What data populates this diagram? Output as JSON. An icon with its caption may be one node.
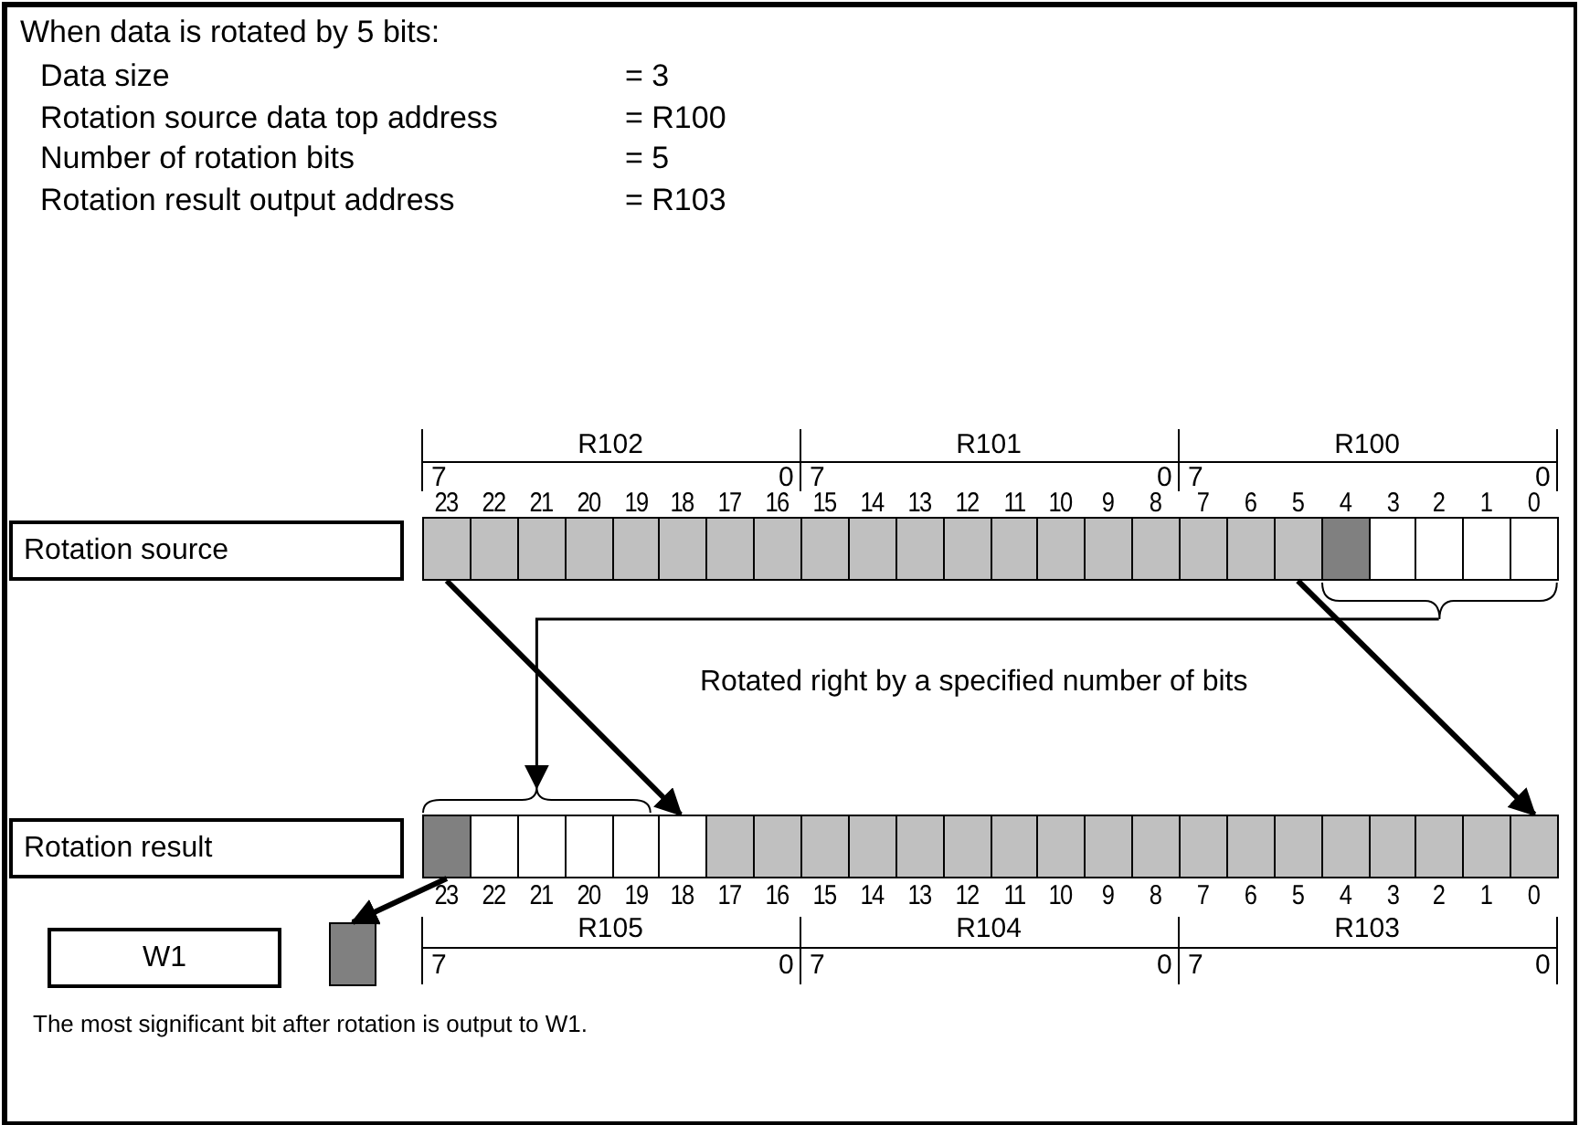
{
  "diagram": {
    "title": "When data is rotated by 5 bits:",
    "nodes": [
      {
        "text": [
          "Rotation source"
        ]
      },
      {
        "text": [],
        "shape": "box"
      },
      {
        "text": [],
        "shape": "box"
      },
      {
        "text": [],
        "shape": "box"
      },
      {
        "text": [],
        "shape": "box"
      },
      {
        "text": [],
        "shape": "box"
      },
      {
        "text": [],
        "shape": "box"
      },
      {
        "text": [],
        "shape": "box"
      },
      {
        "text": [],
        "shape": "box"
      },
      {
        "text": [],
        "shape": "box"
      },
      {
        "text": [],
        "shape": "box"
      },
      {
        "text": [],
        "shape": "box"
      },
      {
        "text": [],
        "shape": "box"
      },
      {
        "text": [],
        "shape": "box"
      },
      {
        "text": [],
        "shape": "box"
      },
      {
        "text": [],
        "shape": "box"
      },
      {
        "text": [],
        "shape": "box"
      },
      {
        "text": [],
        "shape": "box"
      },
      {
        "text": [],
        "shape": "box"
      },
      {
        "text": [],
        "shape": "box"
      },
      {
        "text": [],
        "shape": "box"
      },
      {
        "text": [],
        "shape": "box"
      },
      {
        "text": [],
        "shape": "box"
      },
      {
        "text": [],
        "shape": "box"
      },
      {
        "text": [],
        "shape": "box"
      },
      {
        "text": [
          "Rotation result"
        ]
      },
      {
        "text": [],
        "shape": "box"
      },
      {
        "text": [],
        "shape": "box"
      },
      {
        "text": [],
        "shape": "box"
      },
      {
        "text": [],
        "shape": "box"
      },
      {
        "text": [],
        "shape": "box"
      },
      {
        "text": [],
        "shape": "box"
      },
      {
        "text": [],
        "shape": "box"
      },
      {
        "text": [],
        "shape": "box"
      },
      {
        "text": [],
        "shape": "box"
      },
      {
        "text": [],
        "shape": "box"
      },
      {
        "text": [],
        "shape": "box"
      },
      {
        "text": [],
        "shape": "box"
      },
      {
        "text": [],
        "shape": "box"
      },
      {
        "text": [],
        "shape": "box"
      },
      {
        "text": [],
        "shape": "box"
      },
      {
        "text": [],
        "shape": "box"
      },
      {
        "text": [],
        "shape": "box"
      },
      {
        "text": [],
        "shape": "box"
      },
      {
        "text": [],
        "shape": "box"
      },
      {
        "text": [],
        "shape": "box"
      },
      {
        "text": [],
        "shape": "box"
      },
      {
        "text": [],
        "shape": "box"
      },
      {
        "text": [],
        "shape": "box"
      },
      {
        "text": [],
        "shape": "box"
      },
      {
        "text": [
          "W1"
        ]
      },
      {
        "text": [],
        "shape": "box"
      },
      {
        "text": [],
        "shape": "brace"
      },
      {
        "text": [],
        "shape": "brace"
      }
    ],
    "edges": [
      {
        "from": 1,
        "to": 31,
        "arrow": "to"
      },
      {
        "from": 19,
        "to": 49,
        "arrow": "to"
      },
      {
        "from": 52,
        "to": 53,
        "arrow": "to",
        "label": "Rotated right by a specified number of bits"
      },
      {
        "from": 26,
        "to": 51,
        "arrow": "to"
      }
    ],
    "labels": [
      "Data size",
      "= 3",
      "Rotation source data top address",
      "= R100",
      "Number of rotation bits",
      "= 5",
      "Rotation result output address",
      "= R103",
      "R102",
      "R101",
      "R100",
      "7",
      "0",
      "7",
      "0",
      "7",
      "0",
      "23",
      "22",
      "21",
      "20",
      "19",
      "18",
      "17",
      "16",
      "15",
      "14",
      "13",
      "12",
      "11",
      "10",
      "9",
      "8",
      "7",
      "6",
      "5",
      "4",
      "3",
      "2",
      "1",
      "0",
      "23",
      "22",
      "21",
      "20",
      "19",
      "18",
      "17",
      "16",
      "15",
      "14",
      "13",
      "12",
      "11",
      "10",
      "9",
      "8",
      "7",
      "6",
      "5",
      "4",
      "3",
      "2",
      "1",
      "0",
      "R105",
      "R104",
      "R103",
      "7",
      "0",
      "7",
      "0",
      "7",
      "0",
      "The most significant bit after rotation is output to W1."
    ]
  }
}
